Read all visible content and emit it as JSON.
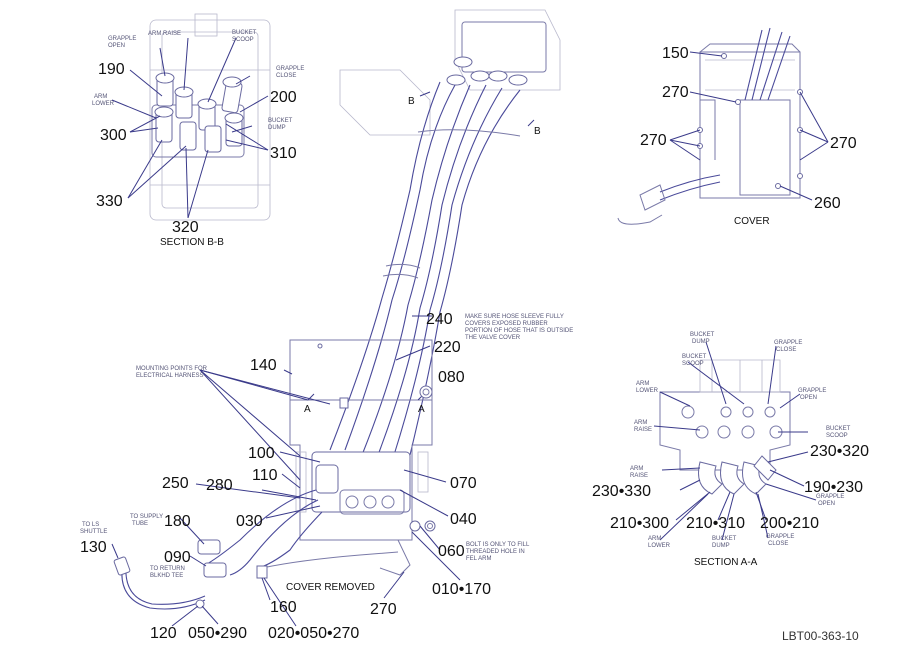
{
  "drawing_id": "LBT00-363-10",
  "captions": {
    "section_bb": "SECTION B-B",
    "cover": "COVER",
    "cover_removed": "COVER REMOVED",
    "section_aa": "SECTION A-A"
  },
  "section_markers": {
    "a": "A",
    "b": "B"
  },
  "callouts": {
    "c190_bb": "190",
    "c200_bb": "200",
    "c300_bb": "300",
    "c310_bb": "310",
    "c330_bb": "330",
    "c320_bb": "320",
    "c150": "150",
    "c270_top": "270",
    "c270_left": "270",
    "c270_right": "270",
    "c260": "260",
    "c240": "240",
    "c220": "220",
    "c140": "140",
    "c080": "080",
    "c100": "100",
    "c110": "110",
    "c250": "250",
    "c280": "280",
    "c030": "030",
    "c070": "070",
    "c040": "040",
    "c060": "060",
    "c180": "180",
    "c090": "090",
    "c130": "130",
    "c160": "160",
    "c120": "120",
    "c050_290": "050•290",
    "c020_050_270": "020•050•270",
    "c010_170": "010•170",
    "c270_bottom": "270",
    "c230_320": "230•320",
    "c230_330": "230•330",
    "c190_230": "190•230",
    "c210_300": "210•300",
    "c210_310": "210•310",
    "c200_210": "200•210"
  },
  "notes_bb": {
    "grapple_open": [
      "GRAPPLE",
      "OPEN"
    ],
    "arm_raise": "ARM RAISE",
    "bucket_scoop": [
      "BUCKET",
      "SCOOP"
    ],
    "arm_lower": [
      "ARM",
      "LOWER"
    ],
    "grapple_close": [
      "GRAPPLE",
      "CLOSE"
    ],
    "bucket_dump": [
      "BUCKET",
      "DUMP"
    ]
  },
  "notes_main": {
    "hose_sleeve": [
      "MAKE SURE HOSE SLEEVE FULLY",
      "COVERS EXPOSED RUBBER",
      "PORTION OF HOSE THAT IS OUTSIDE",
      "THE VALVE COVER"
    ],
    "mounting_points": [
      "MOUNTING POINTS FOR",
      "ELECTRICAL HARNESS"
    ],
    "to_supply": [
      "TO SUPPLY",
      "TUBE"
    ],
    "to_ls": [
      "TO LS",
      "SHUTTLE"
    ],
    "to_return": [
      "TO RETURN",
      "BLKHD TEE"
    ],
    "bolt": [
      "BOLT IS ONLY TO FILL",
      "THREADED HOLE IN",
      "FEL ARM"
    ]
  },
  "notes_aa": {
    "bucket_dump": [
      "BUCKET",
      "DUMP"
    ],
    "grapple_close_top": [
      "GRAPPLE",
      "CLOSE"
    ],
    "bucket_scoop_top": [
      "BUCKET",
      "SCOOP"
    ],
    "arm_lower_top": [
      "ARM",
      "LOWER"
    ],
    "grapple_open_right": [
      "GRAPPLE",
      "OPEN"
    ],
    "arm_raise_left": [
      "ARM",
      "RAISE"
    ],
    "bucket_scoop_right": [
      "BUCKET",
      "SCOOP"
    ],
    "arm_raise_mid": [
      "ARM",
      "RAISE"
    ],
    "grapple_open_low": [
      "GRAPPLE",
      "OPEN"
    ],
    "arm_lower_bottom": [
      "ARM",
      "LOWER"
    ],
    "bucket_dump_bottom": [
      "BUCKET",
      "DUMP"
    ],
    "grapple_close_bottom": [
      "GRAPPLE",
      "CLOSE"
    ]
  }
}
